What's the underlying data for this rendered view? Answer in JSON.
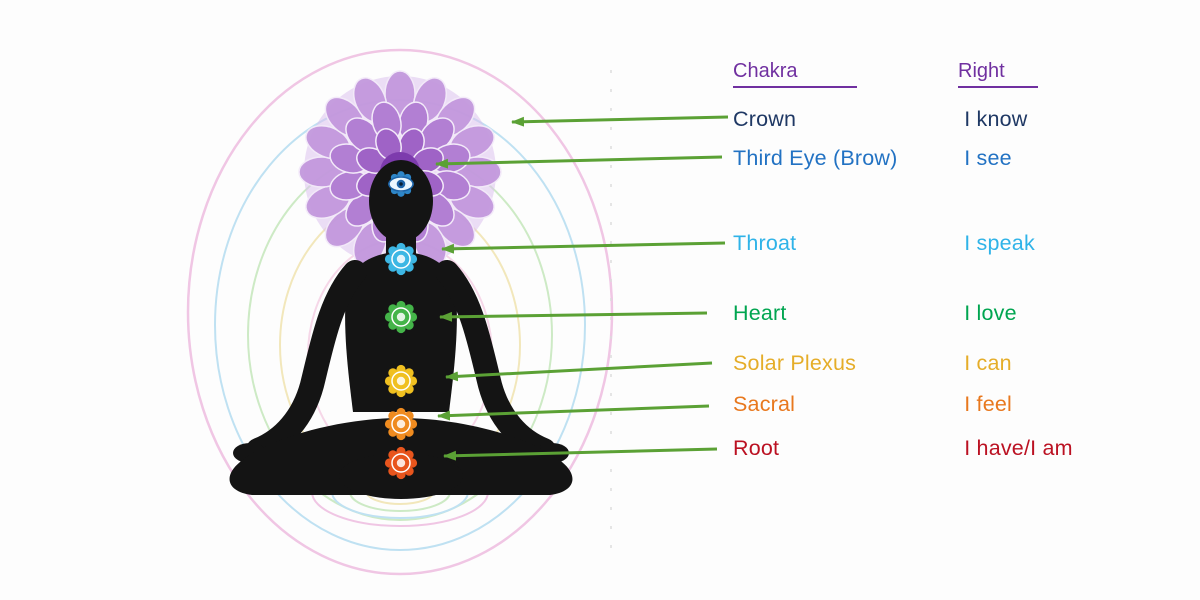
{
  "table": {
    "headers": {
      "col1": "Chakra",
      "col2": "Right",
      "color": "#7030a0"
    },
    "rows": [
      {
        "chakra": "Crown",
        "affirmation": "I know",
        "color": "#1f3864"
      },
      {
        "chakra": "Third Eye (Brow)",
        "affirmation": "I see",
        "color": "#2272c3"
      },
      {
        "chakra": "Throat",
        "affirmation": "I speak",
        "color": "#2fb3e8"
      },
      {
        "chakra": "Heart",
        "affirmation": "I love",
        "color": "#00a550"
      },
      {
        "chakra": "Solar Plexus",
        "affirmation": "I can",
        "color": "#e5ad29"
      },
      {
        "chakra": "Sacral",
        "affirmation": "I feel",
        "color": "#e8781e"
      },
      {
        "chakra": "Root",
        "affirmation": "I have/I am",
        "color": "#bb1122"
      }
    ]
  },
  "figure": {
    "arrow_color": "#5ba135",
    "silhouette_color": "#141414",
    "aura_egg_color": "#f0c6e4",
    "lotus": {
      "outer": "#c398dd",
      "middle": "#b27fd3",
      "inner": "#9f63c6",
      "center": "#7d3bad",
      "backing": "#dcc2ee"
    },
    "chakra_points": [
      {
        "name": "crown",
        "color": "#a66bcf"
      },
      {
        "name": "third-eye",
        "color": "#2e86c8"
      },
      {
        "name": "throat",
        "color": "#3db7e4"
      },
      {
        "name": "heart",
        "color": "#44b449"
      },
      {
        "name": "solar-plexus",
        "color": "#f0c020"
      },
      {
        "name": "sacral",
        "color": "#ef8b1f"
      },
      {
        "name": "root",
        "color": "#e8551d"
      }
    ]
  }
}
